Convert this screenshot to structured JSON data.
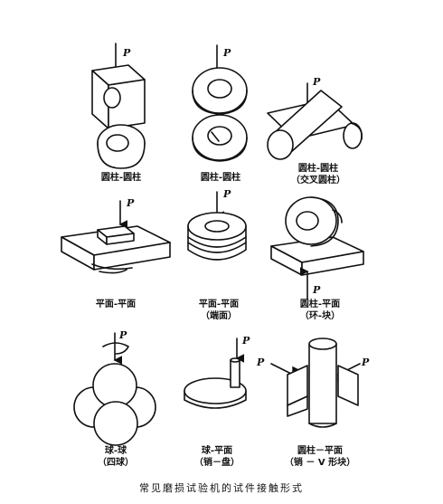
{
  "load_symbol": "P",
  "cells": [
    {
      "id": "cyl-cyl",
      "label": "圆柱-圆柱",
      "sub": ""
    },
    {
      "id": "ring-ring",
      "label": "圆柱-圆柱",
      "sub": ""
    },
    {
      "id": "cross-cyl",
      "label": "圆柱-圆柱",
      "sub": "（交叉圆柱）"
    },
    {
      "id": "plane-plane",
      "label": "平面-平面",
      "sub": ""
    },
    {
      "id": "end-face",
      "label": "平面-平面",
      "sub": "（端面）"
    },
    {
      "id": "ring-block",
      "label": "圆柱-平面",
      "sub": "（环-块）"
    },
    {
      "id": "ball-ball",
      "label": "球-球",
      "sub": "（四球）"
    },
    {
      "id": "pin-disc",
      "label": "球-平面",
      "sub": "（销－盘）"
    },
    {
      "id": "pin-vblock",
      "label": "圆柱－平面",
      "sub": "（销 － V 形块）"
    }
  ],
  "caption": "常见磨损试验机的试件接触形式"
}
